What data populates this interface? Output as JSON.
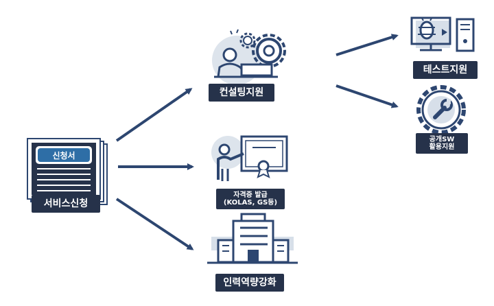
{
  "document": {
    "title": "신청서",
    "service_request": "서비스신청"
  },
  "nodes": {
    "consulting": "컨설팅지원",
    "certification_line1": "자격증 발급",
    "certification_line2": "(KOLAS, GS등)",
    "workforce": "인력역량강화",
    "test_support": "테스트지원",
    "opensw_line1": "공개SW",
    "opensw_line2": "활용지원"
  },
  "icons": {
    "consulting": "presenter-gear-icon",
    "certification": "certificate-presenter-icon",
    "workforce": "building-icon",
    "test": "bug-computer-icon",
    "opensw": "wrench-gear-icon",
    "document": "application-form-icon"
  },
  "colors": {
    "navy": "#26324a",
    "arrow": "#2d4670",
    "accent_blue": "#2e6ea6",
    "icon_fill": "#d7dfe9"
  }
}
